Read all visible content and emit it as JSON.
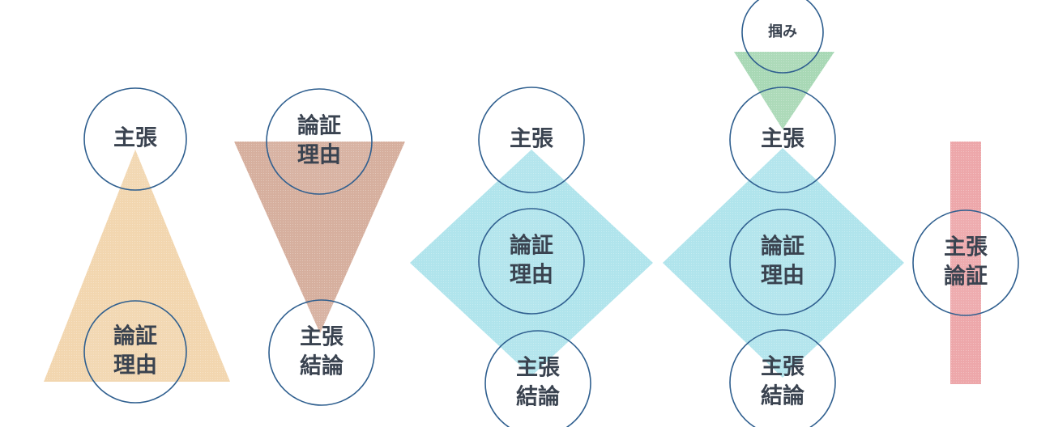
{
  "colors": {
    "beige": "#f1d2a6",
    "brown": "#d2a693",
    "cyan": "#a7e1ea",
    "green": "#9fd4ad",
    "pink": "#eb9da1",
    "circle_stroke": "#2f5f8f",
    "text": "#3a4350"
  },
  "diagrams": [
    {
      "name": "pyramid",
      "shape_fill": "beige",
      "nodes": [
        {
          "lines": [
            "主張"
          ]
        },
        {
          "lines": [
            "論証",
            "理由"
          ]
        }
      ]
    },
    {
      "name": "inverted-pyramid",
      "shape_fill": "brown",
      "nodes": [
        {
          "lines": [
            "論証",
            "理由"
          ]
        },
        {
          "lines": [
            "主張",
            "結論"
          ]
        }
      ]
    },
    {
      "name": "diamond",
      "shape_fill": "cyan",
      "nodes": [
        {
          "lines": [
            "主張"
          ]
        },
        {
          "lines": [
            "論証",
            "理由"
          ]
        },
        {
          "lines": [
            "主張",
            "結論"
          ]
        }
      ]
    },
    {
      "name": "diamond-with-hook",
      "shape_fill": "cyan",
      "hook_fill": "green",
      "nodes": [
        {
          "lines": [
            "掴み"
          ]
        },
        {
          "lines": [
            "主張"
          ]
        },
        {
          "lines": [
            "論証",
            "理由"
          ]
        },
        {
          "lines": [
            "主張",
            "結論"
          ]
        }
      ]
    },
    {
      "name": "bar",
      "shape_fill": "pink",
      "nodes": [
        {
          "lines": [
            "主張",
            "論証"
          ]
        }
      ]
    }
  ]
}
